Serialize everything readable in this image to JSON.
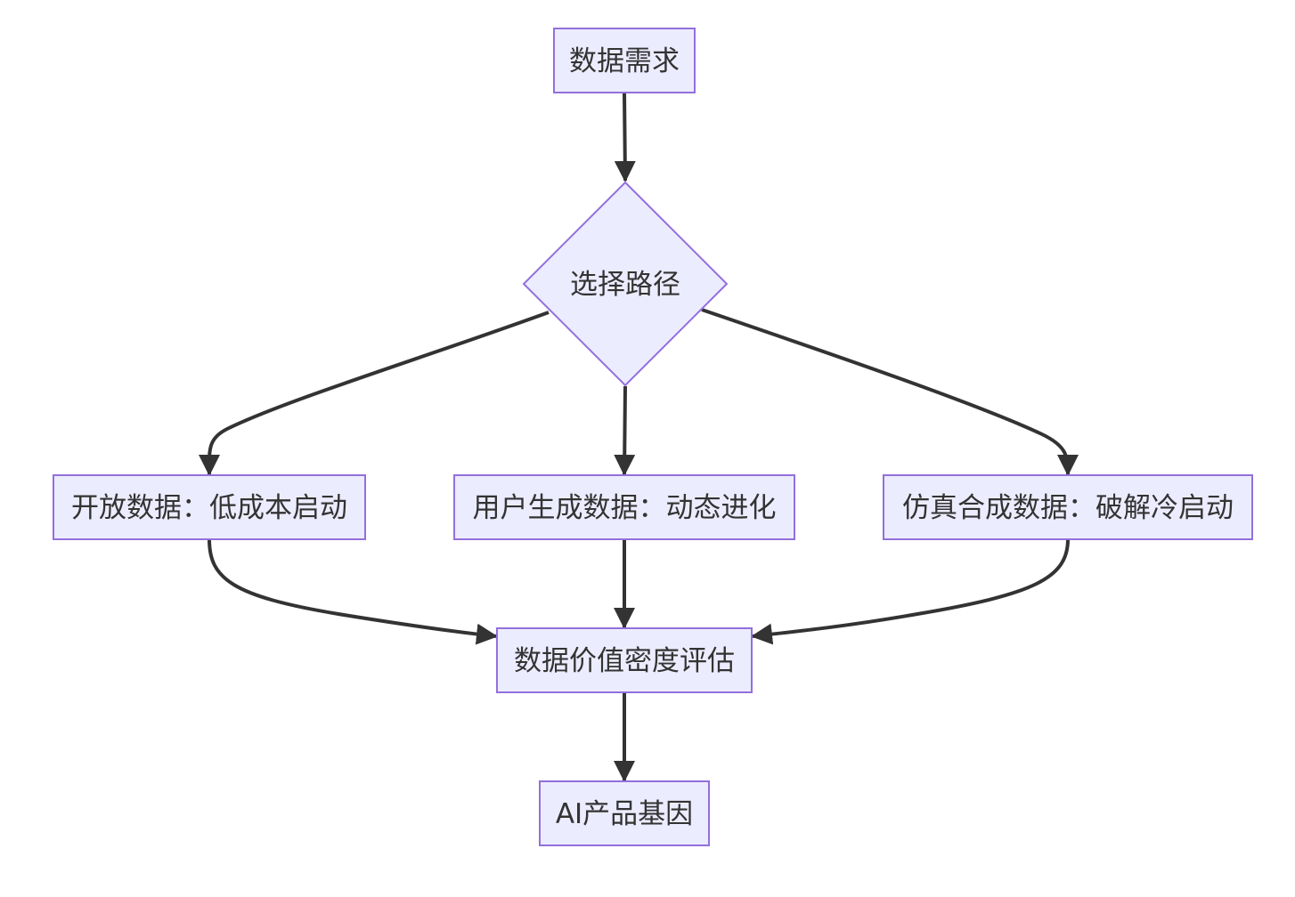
{
  "flowchart": {
    "nodes": {
      "start": {
        "label": "数据需求"
      },
      "decision": {
        "label": "选择路径"
      },
      "open_data": {
        "label": "开放数据：低成本启动"
      },
      "user_data": {
        "label": "用户生成数据：动态进化"
      },
      "synthetic_data": {
        "label": "仿真合成数据：破解冷启动"
      },
      "evaluation": {
        "label": "数据价值密度评估"
      },
      "result": {
        "label": "AI产品基因"
      }
    },
    "edges": [
      {
        "from": "start",
        "to": "decision"
      },
      {
        "from": "decision",
        "to": "open_data"
      },
      {
        "from": "decision",
        "to": "user_data"
      },
      {
        "from": "decision",
        "to": "synthetic_data"
      },
      {
        "from": "open_data",
        "to": "evaluation"
      },
      {
        "from": "user_data",
        "to": "evaluation"
      },
      {
        "from": "synthetic_data",
        "to": "evaluation"
      },
      {
        "from": "evaluation",
        "to": "result"
      }
    ]
  },
  "colors": {
    "node_fill": "#ececff",
    "node_stroke": "#9370db",
    "edge": "#333333",
    "text": "#333333"
  }
}
